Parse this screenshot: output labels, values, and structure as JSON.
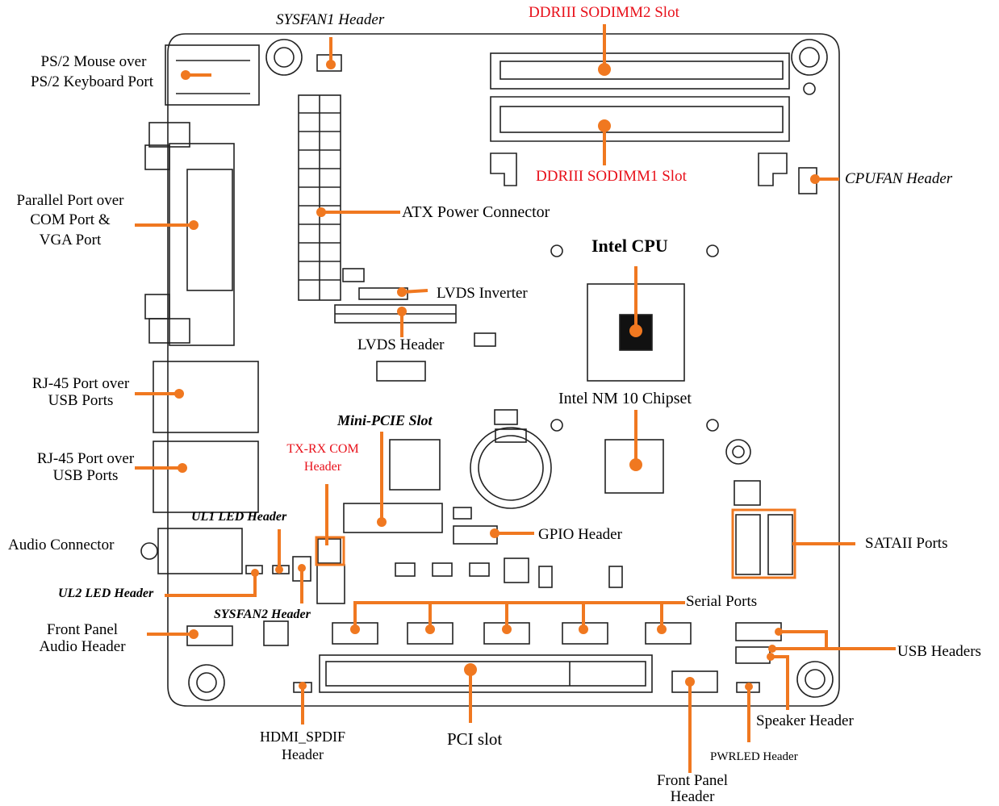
{
  "labels": {
    "sysfan1": "SYSFAN1 Header",
    "ddr2": "DDRIII SODIMM2 Slot",
    "ddr1": "DDRIII SODIMM1 Slot",
    "ps2": "PS/2 Mouse over PS/2 Keyboard Port",
    "ps2_l1": "PS/2 Mouse over",
    "ps2_l2": "PS/2 Keyboard Port",
    "cpufan": "CPUFAN Header",
    "parallel_l1": "Parallel Port over",
    "parallel_l2": "COM Port &",
    "parallel_l3": "VGA Port",
    "atx": "ATX Power Connector",
    "cpu": "Intel CPU",
    "lvds_inv": "LVDS Inverter",
    "lvds_hdr": "LVDS Header",
    "rj45a_l1": "RJ-45 Port over",
    "rj45a_l2": "USB Ports",
    "rj45b_l1": "RJ-45 Port over",
    "rj45b_l2": "USB Ports",
    "chipset": "Intel NM 10 Chipset",
    "minipcie": "Mini-PCIE Slot",
    "txrx_l1": "TX-RX COM",
    "txrx_l2": "Header",
    "gpio": "GPIO Header",
    "sata": "SATAII Ports",
    "ul1": "UL1 LED Header",
    "audio": "Audio  Connector",
    "ul2": "UL2 LED Header",
    "serial": "Serial Ports",
    "sysfan2": "SYSFAN2 Header",
    "fpaudio_l1": "Front Panel",
    "fpaudio_l2": "Audio Header",
    "usb": "USB Headers",
    "speaker": "Speaker Header",
    "hdmi_l1": "HDMI_SPDIF",
    "hdmi_l2": "Header",
    "pci": "PCI slot",
    "pwrled": "PWRLED Header",
    "fp_l1": "Front Panel",
    "fp_l2": "Header"
  },
  "colors": {
    "callout": "#f07820",
    "outline": "#222222",
    "red_text": "#e8101a"
  }
}
